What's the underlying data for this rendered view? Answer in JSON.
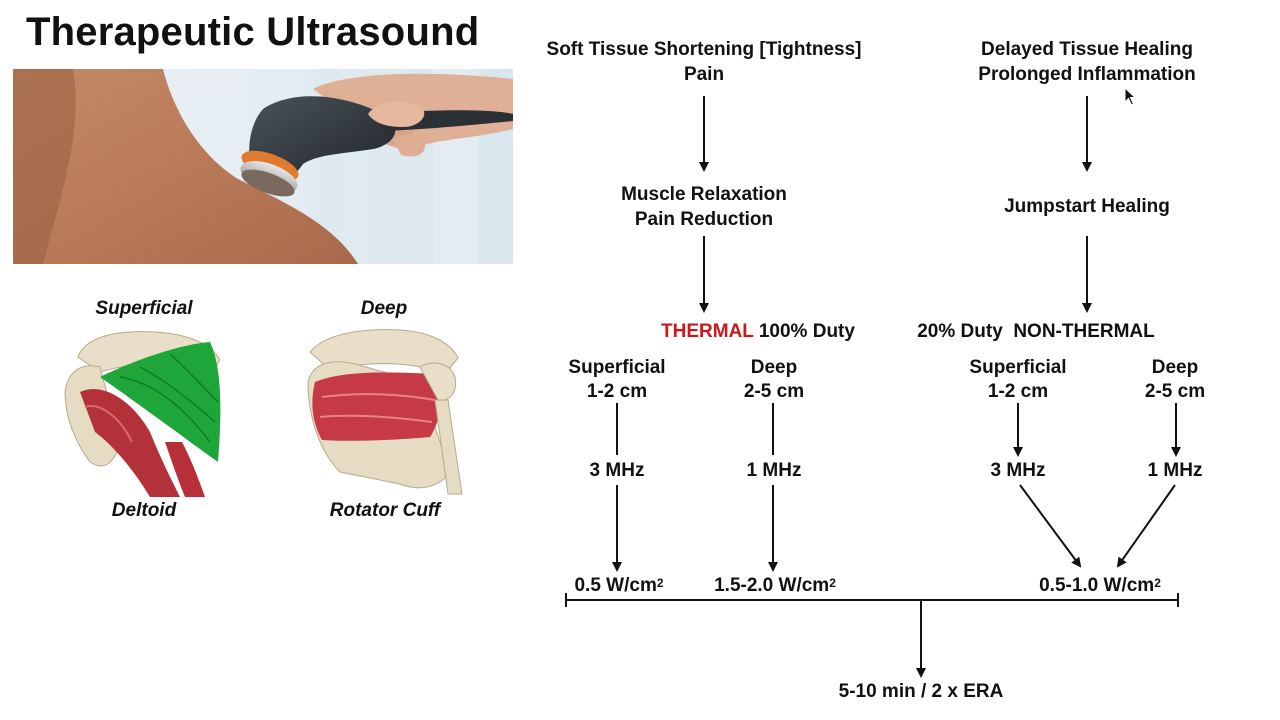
{
  "slide": {
    "title": "Therapeutic Ultrasound"
  },
  "anatomy": {
    "superficial": {
      "heading": "Superficial",
      "caption": "Deltoid"
    },
    "deep": {
      "heading": "Deep",
      "caption": "Rotator Cuff"
    }
  },
  "left_branch": {
    "indication_line1": "Soft Tissue Shortening [Tightness]",
    "indication_line2": "Pain",
    "effect_line1": "Muscle Relaxation",
    "effect_line2": "Pain Reduction",
    "mode_word": "THERMAL",
    "mode_duty": "100% Duty",
    "mode_word_color": "#d0161a",
    "superficial": {
      "label": "Superficial",
      "depth": "1-2 cm",
      "frequency": "3 MHz",
      "intensity": "0.5 W/cm",
      "intensity_exp": "2"
    },
    "deep": {
      "label": "Deep",
      "depth": "2-5 cm",
      "frequency": "1 MHz",
      "intensity": "1.5-2.0 W/cm",
      "intensity_exp": "2"
    }
  },
  "right_branch": {
    "indication_line1": "Delayed Tissue Healing",
    "indication_line2": "Prolonged Inflammation",
    "effect": "Jumpstart Healing",
    "mode_duty": "20% Duty",
    "mode_word": "NON-THERMAL",
    "superficial": {
      "label": "Superficial",
      "depth": "1-2 cm",
      "frequency": "3 MHz"
    },
    "deep": {
      "label": "Deep",
      "depth": "2-5 cm",
      "frequency": "1 MHz"
    },
    "intensity": "0.5-1.0 W/cm",
    "intensity_exp": "2"
  },
  "summary": {
    "duration": "5-10 min / 2 x ERA"
  }
}
